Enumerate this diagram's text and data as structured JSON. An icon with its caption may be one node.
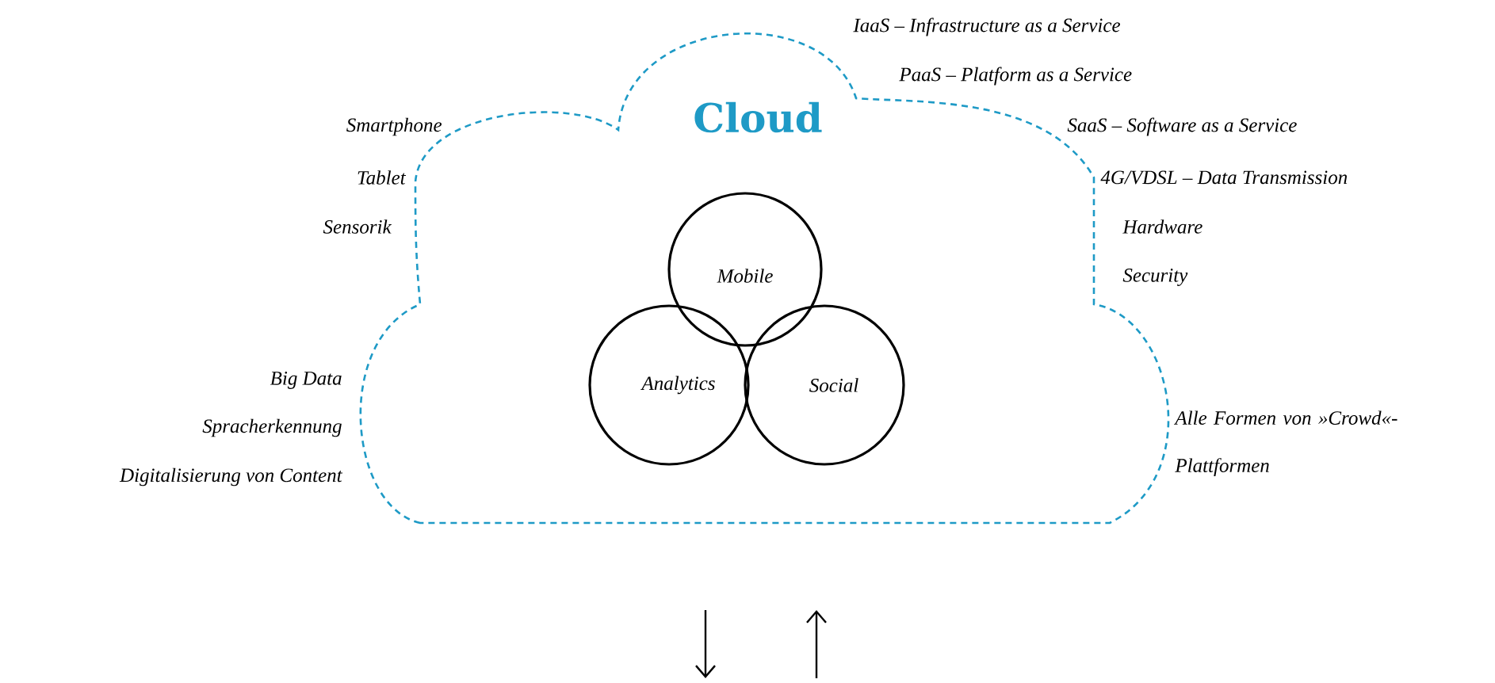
{
  "diagram": {
    "nodes": [
      {
        "text": [
          "Cloud"
        ]
      },
      {
        "text": [
          "Mobile"
        ],
        "in": 0
      },
      {
        "text": [
          "Analytics"
        ],
        "in": 0
      },
      {
        "text": [
          "Social"
        ],
        "in": 0
      }
    ],
    "labels": [
      "IaaS – Infrastructure as a Service",
      "PaaS – Platform as a Service",
      "Smartphone",
      "SaaS – Software as a Service",
      "Tablet",
      "4G/VDSL – Data Transmission",
      "Sensorik",
      "Hardware",
      "Security",
      "Big Data",
      "Spracherkennung",
      "Alle Formen von »Crowd«-Plattformen",
      "Digitalisierung von Content"
    ]
  }
}
